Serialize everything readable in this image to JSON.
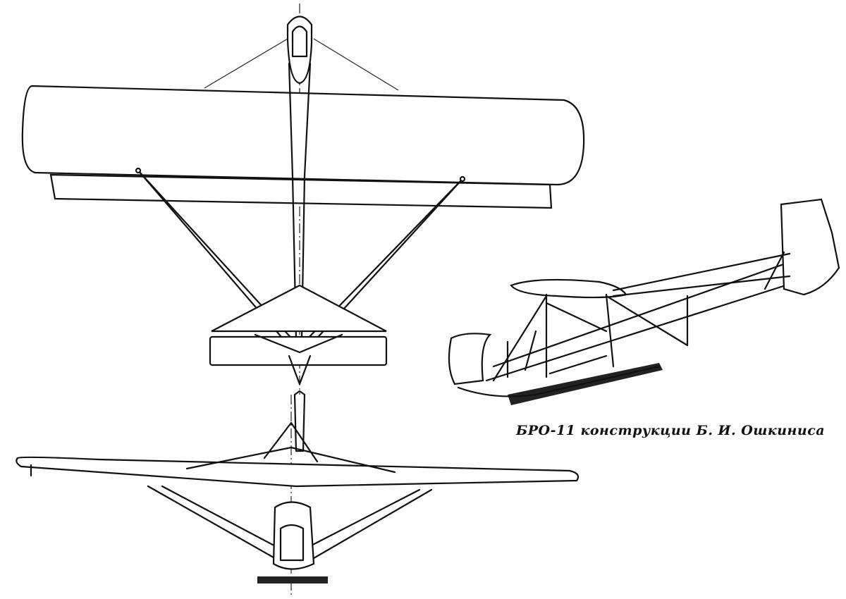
{
  "caption": "БРО-11 конструкции Б. И. Ошкиниса",
  "views": [
    "top-view",
    "side-view",
    "front-view"
  ]
}
